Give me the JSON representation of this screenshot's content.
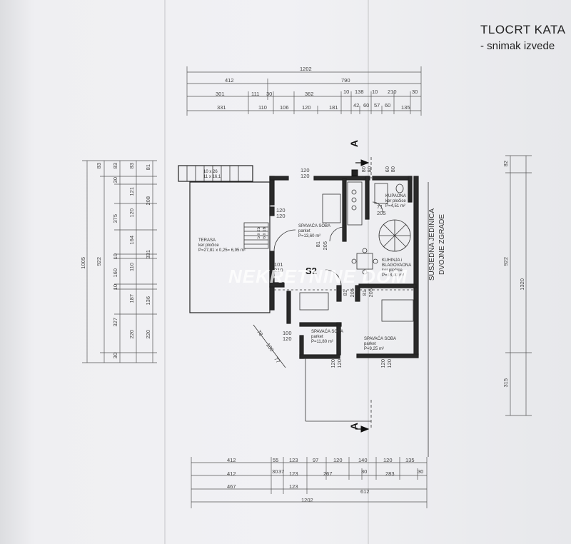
{
  "header": {
    "title": "TLOCRT KATA",
    "subtitle": "- snimak izvede"
  },
  "dims_top": {
    "row1": [
      "1202"
    ],
    "row2": [
      "412",
      "790"
    ],
    "row3": [
      "301",
      "111",
      "30",
      "362",
      "10",
      "138",
      "10",
      "210",
      "30"
    ],
    "row4": [
      "331",
      "110",
      "106",
      "120",
      "181",
      "42",
      "60",
      "57",
      "60",
      "135"
    ]
  },
  "dims_bottom": {
    "row1": [
      "412",
      "55",
      "123",
      "97",
      "120",
      "140",
      "120",
      "135"
    ],
    "row2": [
      "412",
      "30",
      "37",
      "123",
      "267",
      "30",
      "283",
      "30"
    ],
    "row3": [
      "467",
      "123",
      "612"
    ],
    "row4": [
      "1202"
    ]
  },
  "dims_left": {
    "outer": "1005",
    "col2": [
      "83",
      "922"
    ],
    "col3": [
      "83",
      "30",
      "375",
      "10",
      "160",
      "10",
      "327",
      "30"
    ],
    "col4": [
      "83",
      "121",
      "120",
      "164",
      "110",
      "187",
      "220"
    ],
    "col5": [
      "81",
      "208",
      "331",
      "136",
      "220"
    ]
  },
  "dims_right": {
    "col1": [
      "82",
      "922"
    ],
    "col2": [
      "1320",
      "315"
    ]
  },
  "rooms": {
    "terasa": {
      "name": "TERASA",
      "floor": "ker pločice",
      "area": "P=27,81 x 0,25= 6,95 m²"
    },
    "spavaca1": {
      "name": "SPAVAĆA SOBA",
      "floor": "parket",
      "area": "P=13,60 m²"
    },
    "kupaona": {
      "name": "KUPAONA",
      "floor": "ker pločice",
      "area": "P=4,51 m²"
    },
    "kuhinja": {
      "name": "KUHINJA i",
      "name2": "BLAGOVAONA",
      "floor": "ker pločice",
      "area": "P=18,40 m²"
    },
    "spavaca2": {
      "name": "SPAVAĆA SOBA",
      "floor": "parket",
      "area": "P=11,80 m²"
    },
    "spavaca3": {
      "name": "SPAVAĆA SOBA",
      "floor": "parket",
      "area": "P=9,25 m²"
    }
  },
  "stairs": {
    "top": "10 x 26",
    "top2": "11 x 16,1",
    "bottom": "5 x 25",
    "bottom2": "6 x 16"
  },
  "openings": {
    "o1": "120",
    "o2": "120",
    "o3": "120",
    "o4": "120",
    "o5": "81",
    "o6": "205",
    "o7": "101",
    "o8": "210",
    "o9": "81",
    "o10": "205",
    "o11": "81",
    "o12": "205",
    "o13": "80",
    "o14": "80",
    "o15": "60",
    "o16": "80",
    "o17": "71",
    "o18": "205",
    "o19": "120",
    "o20": "120",
    "o21": "120",
    "o22": "120",
    "o23": "100",
    "o24": "120",
    "o25": "78",
    "o26": "100",
    "o27": "77"
  },
  "section_label": "A",
  "stair_mark": "S2",
  "side_note": {
    "line1": "SUSJEDNA JEDINICA",
    "line2": "DVOJNE ZGRADE"
  },
  "watermark": "NEKRETNINE DOM"
}
